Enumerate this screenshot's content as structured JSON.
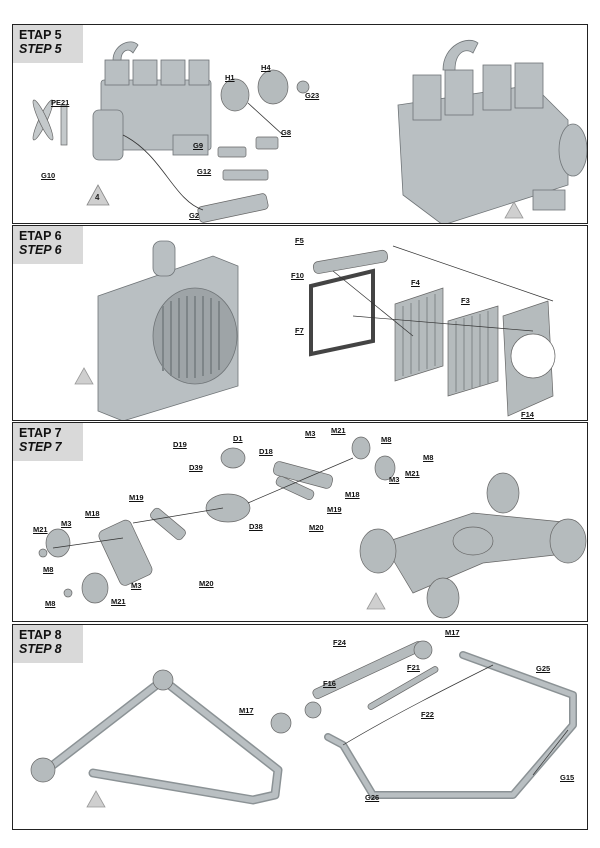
{
  "steps": [
    {
      "etap": "ETAP 5",
      "step": "STEP 5",
      "callout": "4",
      "labels": [
        "PE21",
        "G10",
        "H1",
        "H4",
        "G23",
        "G9",
        "G8",
        "G12",
        "G2"
      ]
    },
    {
      "etap": "ETAP 6",
      "step": "STEP 6",
      "labels": [
        "F5",
        "F10",
        "F4",
        "F3",
        "F7",
        "F14"
      ]
    },
    {
      "etap": "ETAP 7",
      "step": "STEP 7",
      "labels": [
        "D19",
        "D1",
        "M3",
        "M21",
        "M8",
        "D18",
        "D39",
        "M21",
        "M8",
        "M19",
        "M18",
        "M3",
        "M21",
        "M3",
        "M18",
        "D38",
        "M20",
        "M19",
        "M8",
        "M20",
        "M3",
        "M8",
        "M21"
      ]
    },
    {
      "etap": "ETAP 8",
      "step": "STEP 8",
      "labels": [
        "F24",
        "M17",
        "F21",
        "G25",
        "F16",
        "F22",
        "M17",
        "G15",
        "G26"
      ]
    }
  ]
}
